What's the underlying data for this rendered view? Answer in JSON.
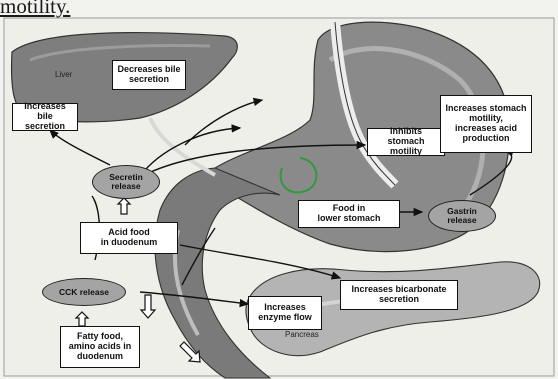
{
  "header_text": "motility.",
  "organs": {
    "liver": "Liver",
    "pancreas": "Pancreas"
  },
  "boxes": {
    "decreases_bile": "Decreases bile\nsecretion",
    "increases_bile": "Increases bile\nsecretion",
    "inhibits_stomach": "Inhibits stomach\nmotility",
    "increases_stomach": "Increases stomach\nmotility,\nincreases acid\nproduction",
    "food_lower_stomach": "Food in\nlower stomach",
    "acid_food": "Acid food\nin duodenum",
    "increases_bicarbonate": "Increases bicarbonate\nsecretion",
    "increases_enzyme": "Increases\nenzyme flow",
    "fatty_food": "Fatty food,\namino acids in\nduodenum"
  },
  "ovals": {
    "secretin": "Secretin\nrelease",
    "gastrin": "Gastrin\nrelease",
    "cck": "CCK release"
  },
  "colors": {
    "organ_fill": "#8c8c8c",
    "organ_dark": "#5e5e5e",
    "oval_fill": "#a4a4a4",
    "pylorus_highlight": "#2e9a3a"
  }
}
